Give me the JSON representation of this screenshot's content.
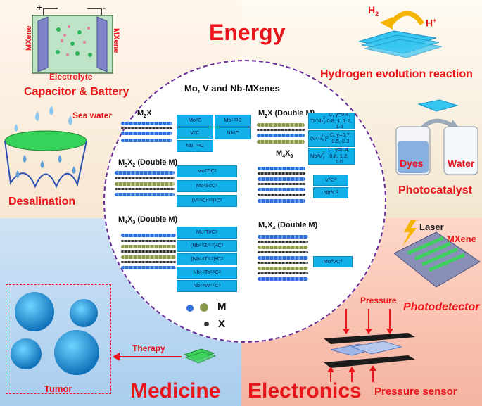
{
  "sections": {
    "energy": "Energy",
    "medicine": "Medicine",
    "electronics": "Electronics"
  },
  "energy": {
    "capacitor": {
      "title": "Capacitor & Battery",
      "electrode_left": "MXene",
      "electrode_right": "MXene",
      "electrolyte": "Electrolyte",
      "plus": "+",
      "minus": "-"
    },
    "hydrogen": {
      "title": "Hydrogen evolution reaction",
      "h2": "H",
      "h2_sub": "2",
      "hplus": "H",
      "hplus_sup": "+"
    },
    "desalination": {
      "title": "Desalination",
      "sea_water": "Sea water"
    },
    "photocatalyst": {
      "title": "Photocatalyst",
      "dyes": "Dyes",
      "water": "Water"
    }
  },
  "electronics": {
    "photodetector": {
      "title": "Photodetector",
      "laser": "Laser",
      "mxene": "MXene"
    },
    "pressure": {
      "title": "Pressure sensor",
      "pressure_label": "Pressure"
    }
  },
  "medicine": {
    "tumor": "Tumor",
    "therapy": "Therapy"
  },
  "center": {
    "title": "Mo, V and Nb-MXenes",
    "m2x": {
      "title": "M",
      "title_sub": "2",
      "title_end": "X",
      "boxes": [
        "Mo",
        "Mo",
        "V",
        "Nb",
        "Nb"
      ]
    },
    "m3x2": {
      "title": "M",
      "sub1": "3",
      "mid": "X",
      "sub2": "2",
      "end": " (Double M)"
    },
    "m4x3": {
      "title": "M",
      "sub1": "4",
      "mid": "X",
      "sub2": "3",
      "end": " (Double M)"
    },
    "m2x_double": {
      "title": "M",
      "sub1": "2",
      "mid": "X (Double M)"
    },
    "m4x3_single": {
      "title": "M",
      "sub1": "4",
      "mid": "X",
      "sub2": "3"
    },
    "m5x4": {
      "title": "M",
      "sub1": "5",
      "mid": "X",
      "sub2": "4",
      "end": " (Double M)"
    },
    "legend_m": "M",
    "legend_x": "X"
  },
  "colors": {
    "red": "#e8161b",
    "blue_box": "#12b0e8",
    "circle_border": "#6a2e9a"
  }
}
